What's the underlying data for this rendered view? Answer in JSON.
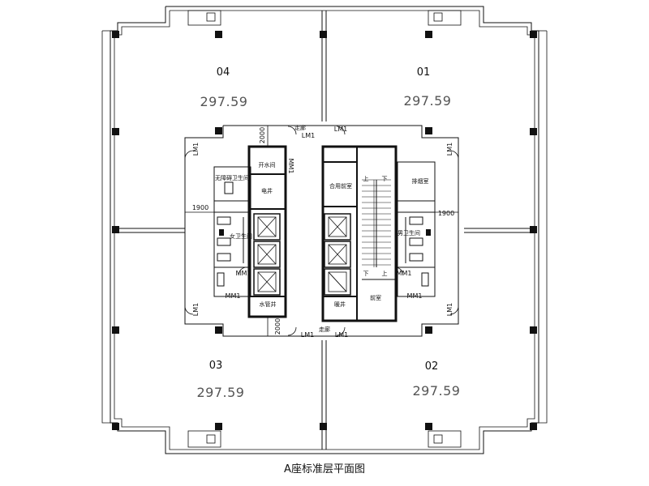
{
  "caption": "A座标准层平面图",
  "units": [
    {
      "id": "04",
      "area": "297.59"
    },
    {
      "id": "01",
      "area": "297.59"
    },
    {
      "id": "03",
      "area": "297.59"
    },
    {
      "id": "02",
      "area": "297.59"
    }
  ],
  "corridor_labels": {
    "top": "走廊",
    "bottom": "走廊"
  },
  "door_labels": {
    "lm1": "LM1",
    "mm1": "MM1"
  },
  "dimensions": {
    "core_top": "2000",
    "core_bottom": "2000",
    "left_toilet": "1900",
    "right_toilet": "1900"
  },
  "rooms": {
    "water_well": "开水间",
    "accessible_wc": "无障碍卫生间",
    "elec_shaft": "电井",
    "female_wc": "女卫生间",
    "water_pipe_shaft": "水管井",
    "mech_room": "合用前室",
    "smoke_room": "前室",
    "exhaust_room": "排烟室",
    "male_wc": "男卫生间",
    "fire_shaft": "暖井",
    "stair_up": "上",
    "stair_down": "下"
  }
}
